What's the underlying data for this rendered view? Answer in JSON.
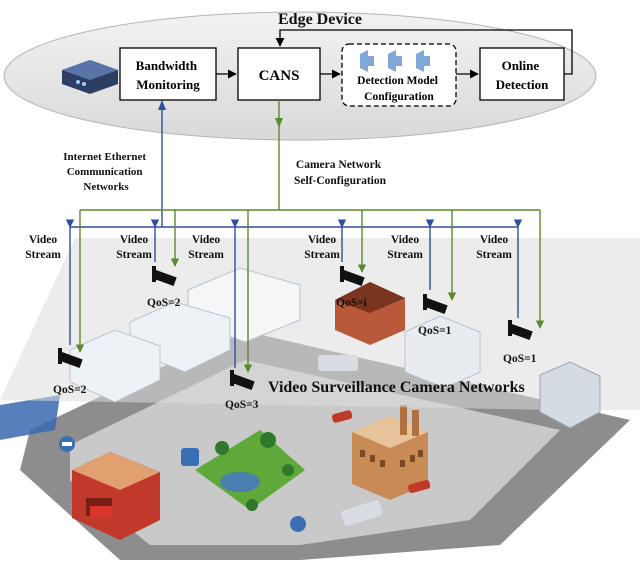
{
  "edge_device": {
    "title": "Edge Device",
    "bandwidth": [
      "Bandwidth",
      "Monitoring"
    ],
    "cans": "CANS",
    "detection": [
      "Detection Model",
      "Configuration"
    ],
    "online": [
      "Online",
      "Detection"
    ]
  },
  "links": {
    "ethernet": [
      "Internet Ethernet",
      "Communication",
      "Networks"
    ],
    "self_config": [
      "Camera Network",
      "Self-Configuration"
    ]
  },
  "streams": [
    {
      "label": [
        "Video",
        "Stream"
      ]
    },
    {
      "label": [
        "Video",
        "Stream"
      ]
    },
    {
      "label": [
        "Video",
        "Stream"
      ]
    },
    {
      "label": [
        "Video",
        "Stream"
      ]
    },
    {
      "label": [
        "Video",
        "Stream"
      ]
    },
    {
      "label": [
        "Video",
        "Stream"
      ]
    }
  ],
  "cameras": [
    {
      "qos": "QoS=2"
    },
    {
      "qos": "QoS=2"
    },
    {
      "qos": "QoS=3"
    },
    {
      "qos": "QoS=i"
    },
    {
      "qos": "QoS=1"
    },
    {
      "qos": "QoS=1"
    }
  ],
  "network_title": "Video Surveillance Camera Networks",
  "colors": {
    "blue": "#2f4f9e",
    "green": "#5a8a2e",
    "ellipse": "#e6e6e6"
  }
}
